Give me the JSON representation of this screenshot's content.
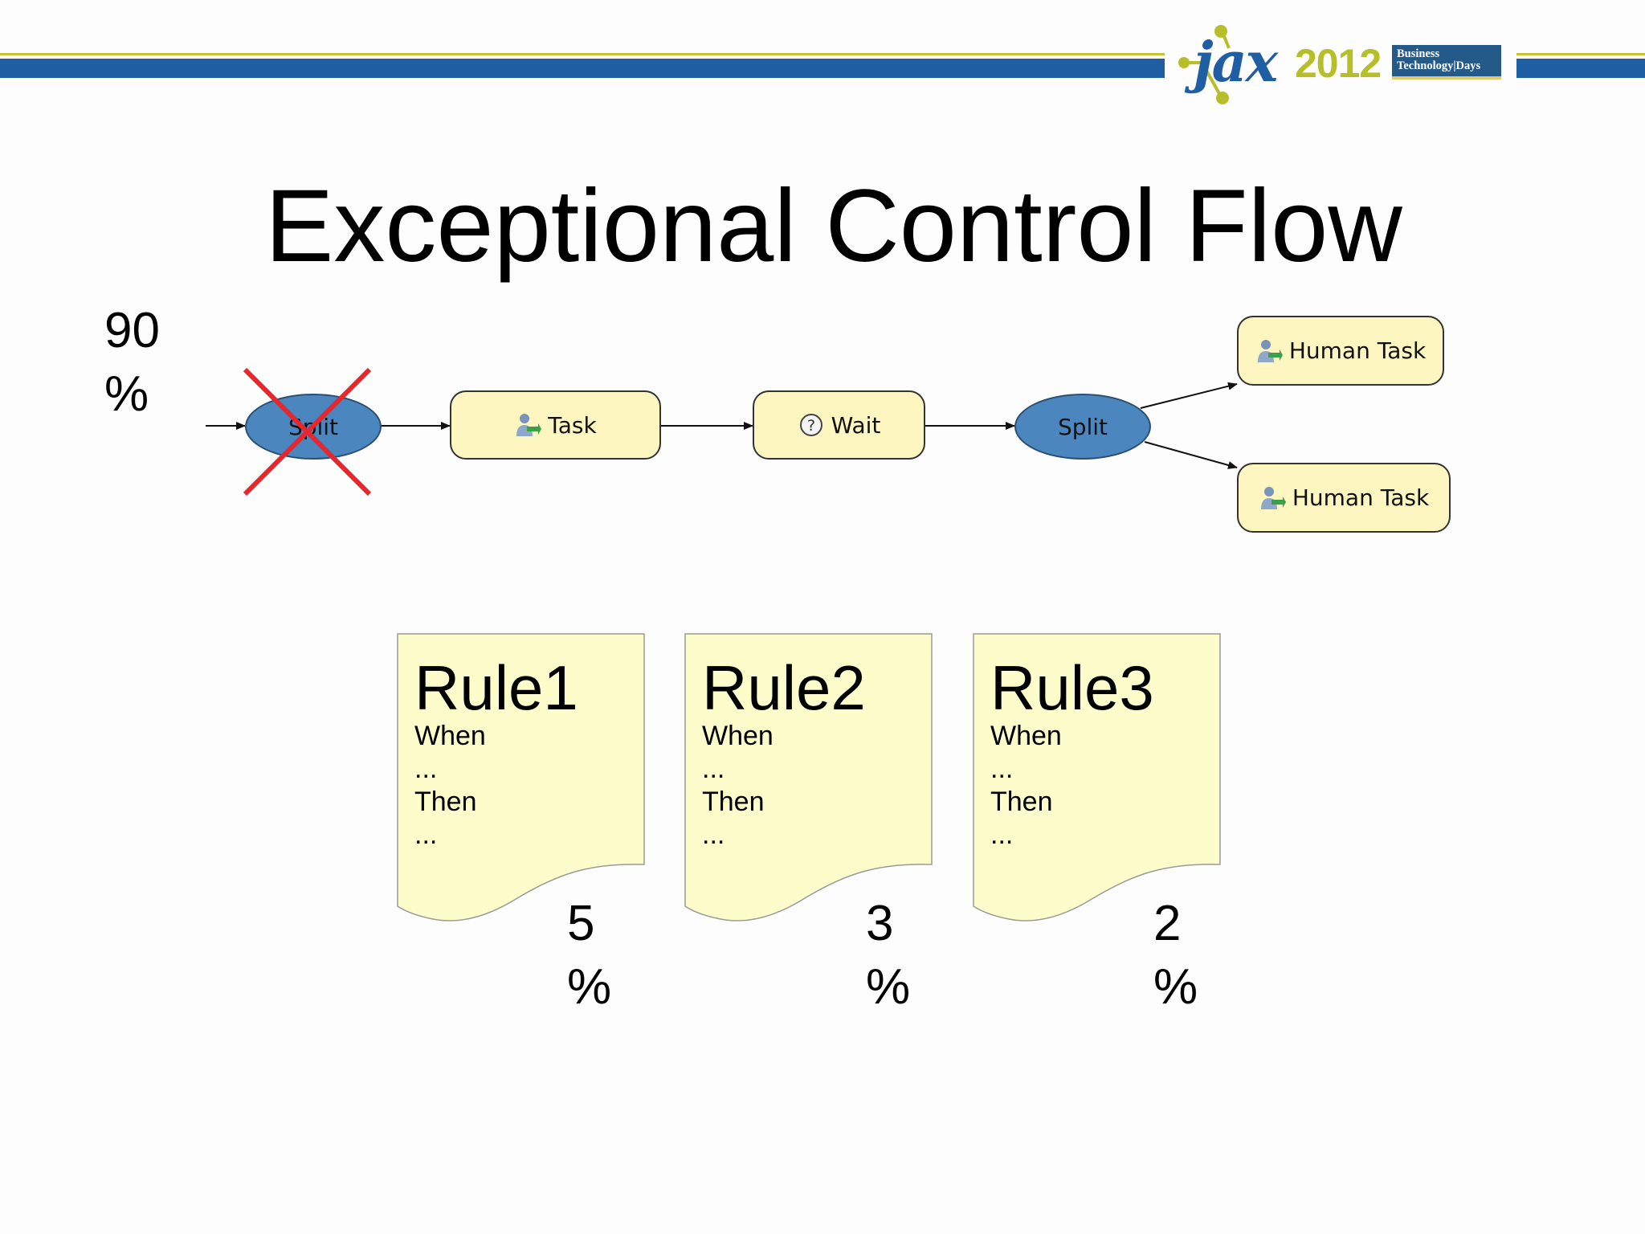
{
  "header": {
    "logo_brand": "jax",
    "logo_year": "2012",
    "badge_line1": "Business",
    "badge_line2": "Technology|Days"
  },
  "title": "Exceptional Control Flow",
  "flow": {
    "percent_top": "90",
    "percent_symbol": "%",
    "nodes": {
      "split_crossed": "Split",
      "task": "Task",
      "wait": "Wait",
      "split": "Split",
      "human_task_1": "Human Task",
      "human_task_2": "Human Task"
    }
  },
  "rules": [
    {
      "name": "Rule1",
      "when": "When",
      "dots1": "...",
      "then": "Then",
      "dots2": "...",
      "percent": "5",
      "percent_symbol": "%"
    },
    {
      "name": "Rule2",
      "when": "When",
      "dots1": "...",
      "then": "Then",
      "dots2": "...",
      "percent": "3",
      "percent_symbol": "%"
    },
    {
      "name": "Rule3",
      "when": "When",
      "dots1": "...",
      "then": "Then",
      "dots2": "...",
      "percent": "2",
      "percent_symbol": "%"
    }
  ],
  "colors": {
    "brand_blue": "#1f5ea3",
    "brand_green": "#b6bf2a",
    "node_fill": "#fdf6c0",
    "split_fill": "#4b86be",
    "cross": "#e8262e",
    "doc_fill": "#fdfdcc"
  }
}
